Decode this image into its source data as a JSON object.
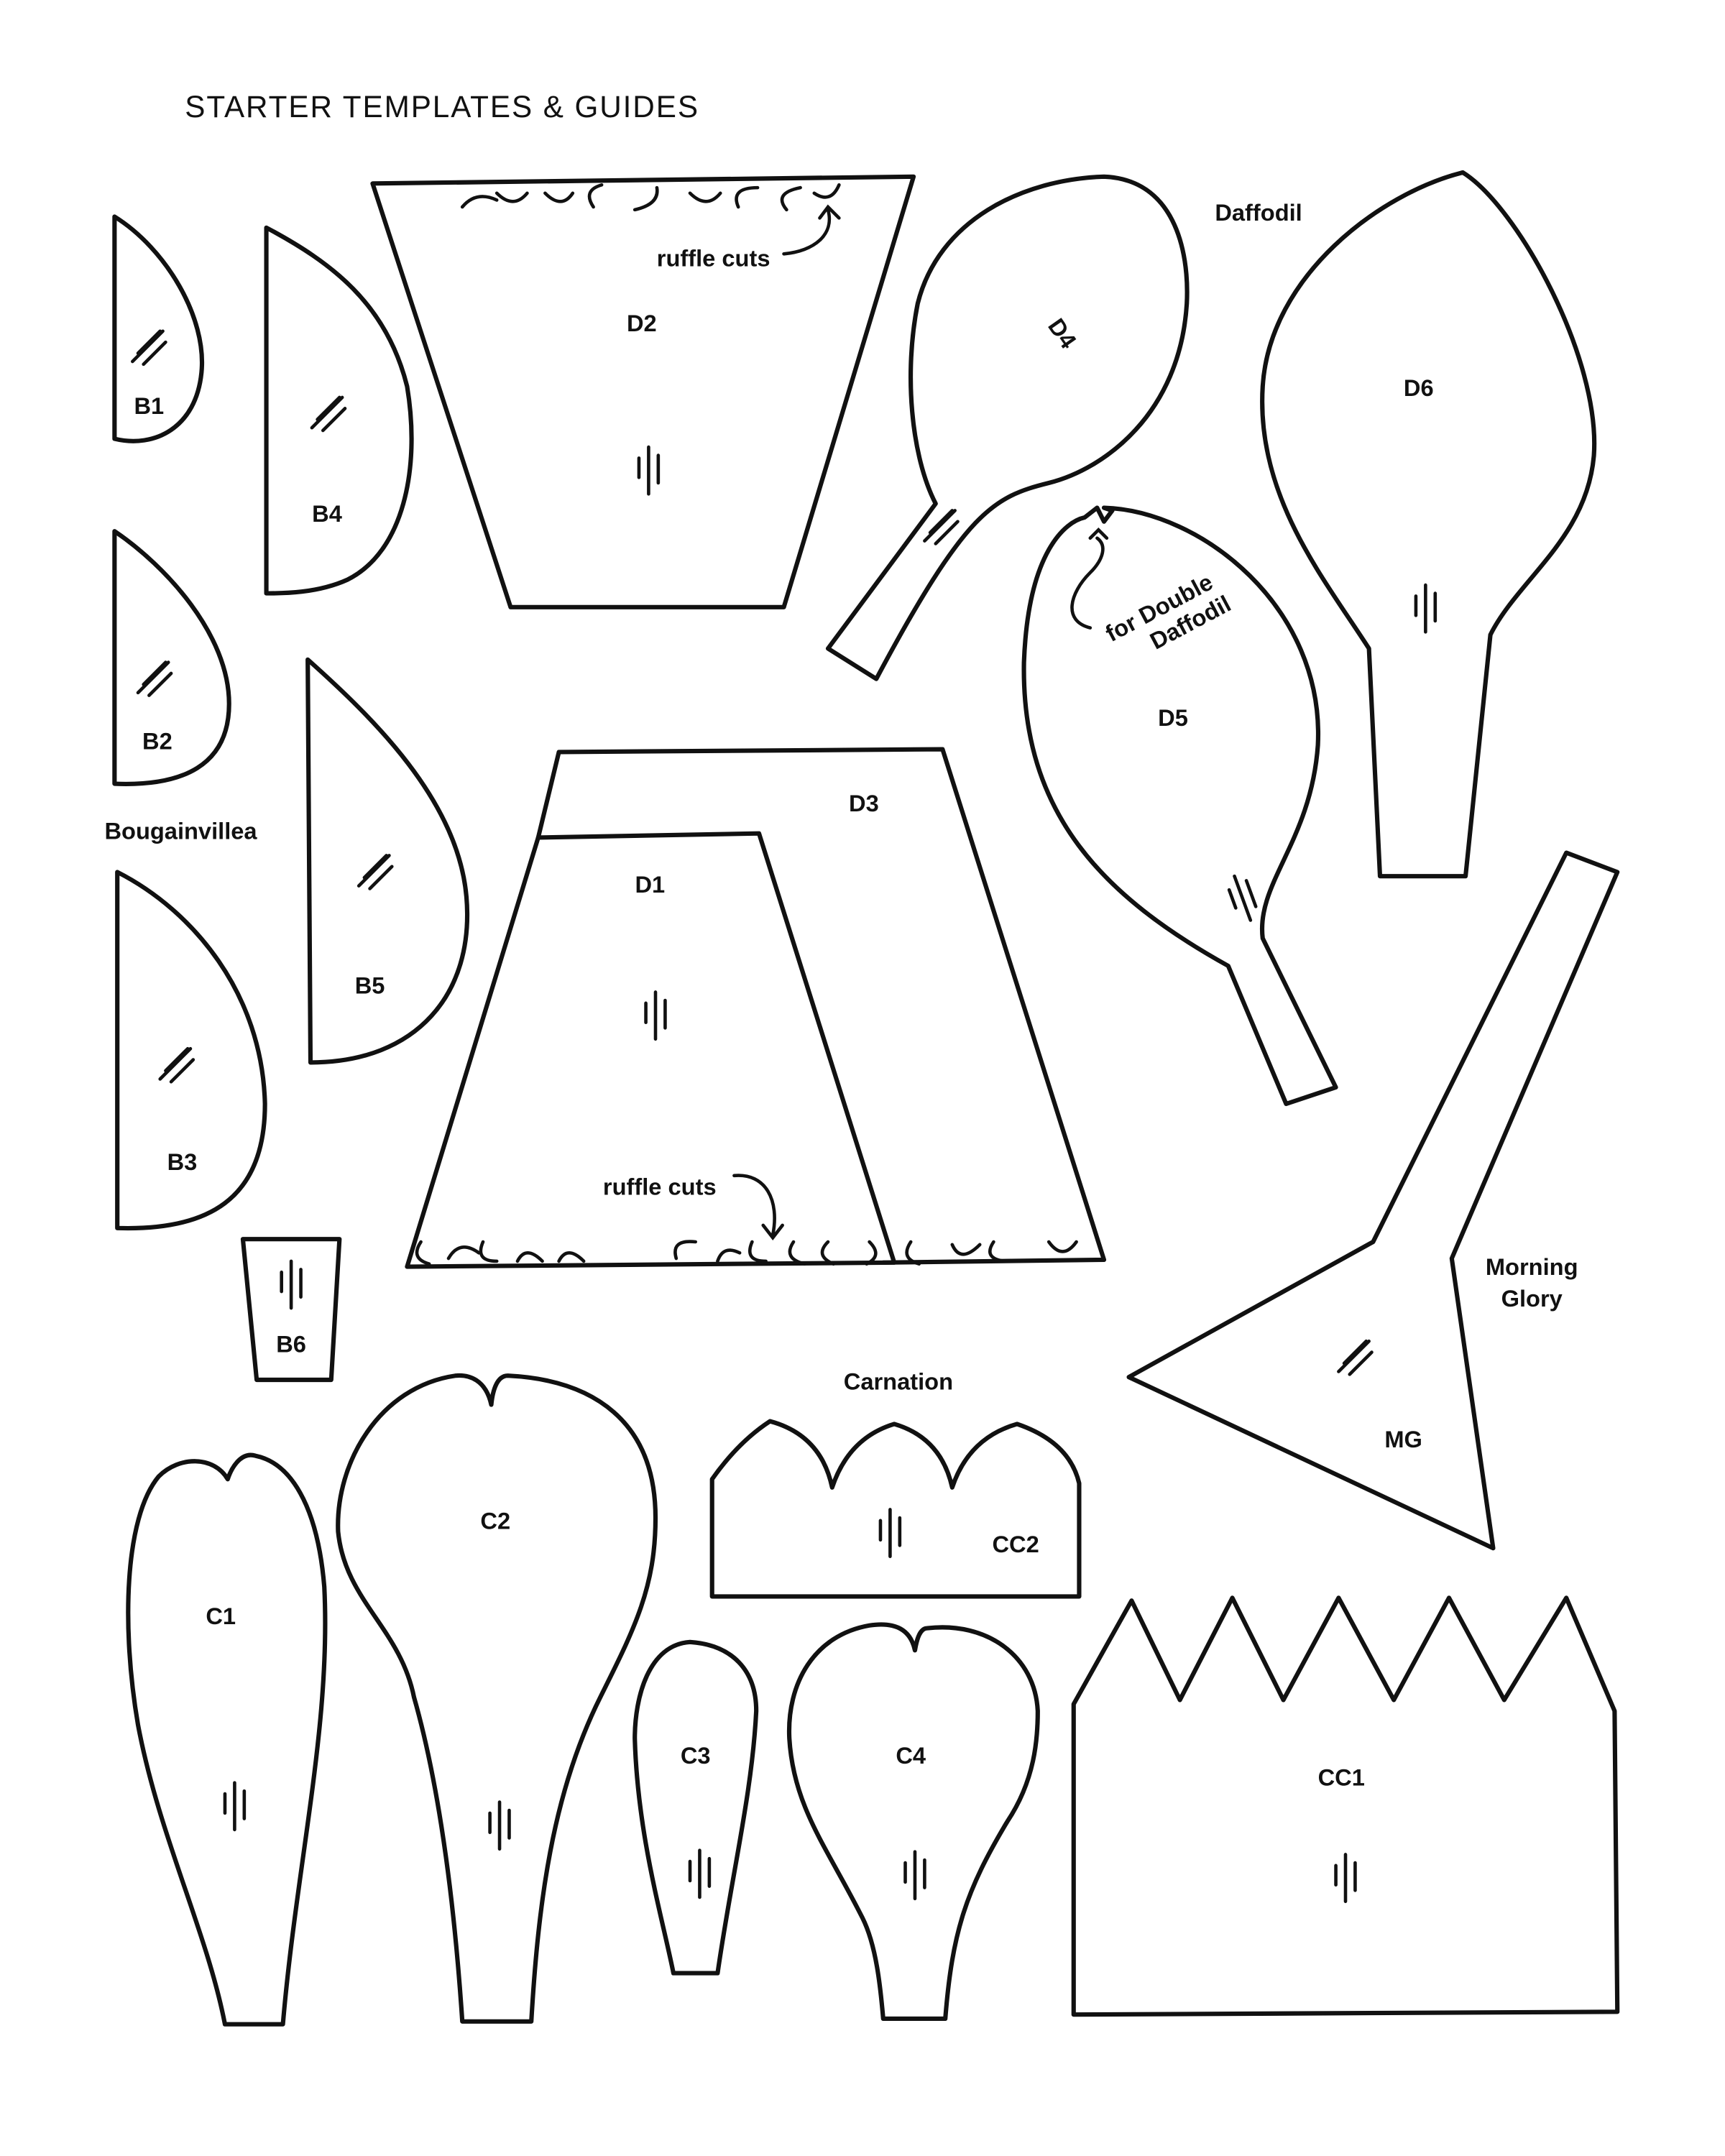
{
  "title": "STARTER TEMPLATES & GUIDES",
  "groups": {
    "bougainvillea": "Bougainvillea",
    "daffodil": "Daffodil",
    "morning_glory": [
      "Morning",
      "Glory"
    ],
    "carnation": "Carnation"
  },
  "annotations": {
    "ruffle_cuts_top": "ruffle cuts",
    "ruffle_cuts_bottom": "ruffle cuts",
    "double_daffodil": [
      "for Double",
      "Daffodil"
    ]
  },
  "pieces": {
    "B1": "B1",
    "B2": "B2",
    "B3": "B3",
    "B4": "B4",
    "B5": "B5",
    "B6": "B6",
    "D1": "D1",
    "D2": "D2",
    "D3": "D3",
    "D4": "D4",
    "D5": "D5",
    "D6": "D6",
    "MG": "MG",
    "C1": "C1",
    "C2": "C2",
    "C3": "C3",
    "C4": "C4",
    "CC1": "CC1",
    "CC2": "CC2"
  },
  "colors": {
    "ink": "#111111",
    "paper": "#ffffff"
  }
}
